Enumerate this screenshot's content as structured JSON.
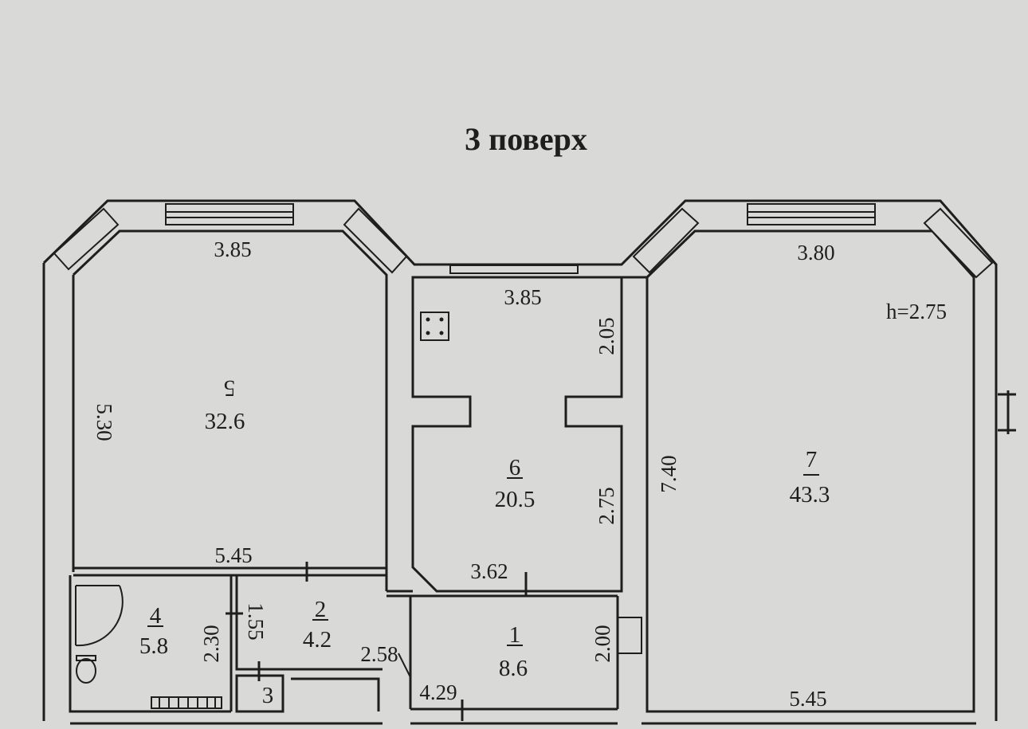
{
  "plan": {
    "title": "3 поверх",
    "height_note": "h=2.75",
    "rooms": [
      {
        "number": "5",
        "area": "32.6"
      },
      {
        "number": "6",
        "area": "20.5"
      },
      {
        "number": "7",
        "area": "43.3"
      },
      {
        "number": "1",
        "area": "8.6"
      },
      {
        "number": "2",
        "area": "4.2"
      },
      {
        "number": "4",
        "area": "5.8"
      },
      {
        "number": "3",
        "area": ""
      }
    ],
    "dimensions": {
      "room5_top": "3.85",
      "room5_side": "5.30",
      "room5_bottom": "5.45",
      "room6_top": "3.85",
      "room6_right_upper": "2.05",
      "room6_right_lower": "2.75",
      "room6_bottom": "3.62",
      "room7_top": "3.80",
      "room7_side": "7.40",
      "room7_bottom": "5.45",
      "room1_side": "2.00",
      "hall_width": "4.29",
      "corridor_width": "2.58",
      "room2_side": "1.55",
      "room4_side": "2.30"
    }
  }
}
